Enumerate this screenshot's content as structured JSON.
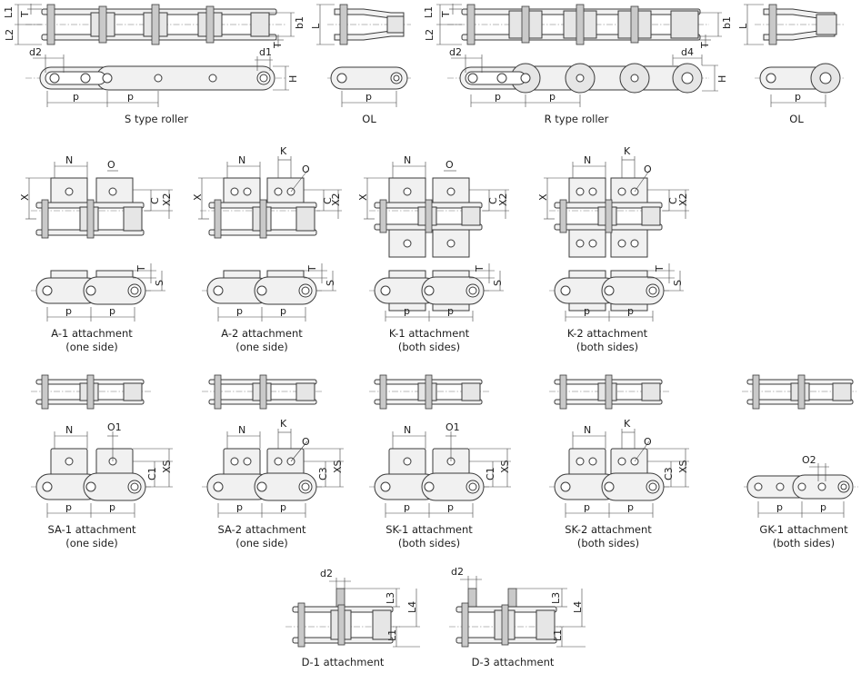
{
  "captions": {
    "s_type": "S type roller",
    "ol_1": "OL",
    "r_type": "R type roller",
    "ol_2": "OL",
    "a1": "A-1 attachment",
    "a1_side": "(one side)",
    "a2": "A-2 attachment",
    "a2_side": "(one side)",
    "k1": "K-1 attachment",
    "k1_side": "(both sides)",
    "k2": "K-2 attachment",
    "k2_side": "(both sides)",
    "sa1": "SA-1 attachment",
    "sa1_side": "(one side)",
    "sa2": "SA-2 attachment",
    "sa2_side": "(one side)",
    "sk1": "SK-1 attachment",
    "sk1_side": "(both sides)",
    "sk2": "SK-2 attachment",
    "sk2_side": "(both sides)",
    "gk1": "GK-1 attachment",
    "gk1_side": "(both sides)",
    "d1": "D-1 attachment",
    "d3": "D-3 attachment"
  },
  "dims": {
    "L": "L",
    "L1": "L1",
    "L2": "L2",
    "L3": "L3",
    "L4": "L4",
    "T": "T",
    "b1": "b1",
    "d1": "d1",
    "d2": "d2",
    "d4": "d4",
    "H": "H",
    "p": "p",
    "N": "N",
    "O": "O",
    "O1": "O1",
    "O2": "O2",
    "K": "K",
    "X": "X",
    "X2": "X2",
    "XS": "XS",
    "C": "C",
    "C1": "C1",
    "C3": "C3",
    "S": "S"
  },
  "colors": {
    "line": "#3a3a3a",
    "plate": "#f1f1f1",
    "roller": "#e6e6e6",
    "background": "#ffffff"
  }
}
